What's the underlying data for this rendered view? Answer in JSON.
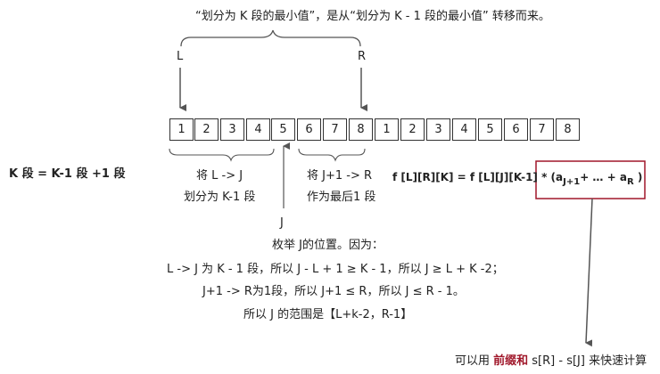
{
  "header": {
    "line": "“划分为 K 段的最小值”，是从“划分为 K - 1 段的最小值” 转移而来。"
  },
  "markers": {
    "L": "L",
    "R": "R",
    "J": "J"
  },
  "cells": [
    "1",
    "2",
    "3",
    "4",
    "5",
    "6",
    "7",
    "8",
    "1",
    "2",
    "3",
    "4",
    "5",
    "6",
    "7",
    "8"
  ],
  "left_label": "K 段 = K-1 段 +1 段",
  "group_left": {
    "line1": "将 L -> J",
    "line2": "划分为 K-1 段"
  },
  "group_right": {
    "line1": "将 J+1 -> R",
    "line2": "作为最后1 段"
  },
  "formula": {
    "prefix": "f [L][R][K] = f [L][J][K-1] * (a",
    "sub1": "J+1",
    "middle": "+ … + a",
    "sub2": "R",
    "suffix": " )"
  },
  "explain": {
    "line1": "枚举 J的位置。因为：",
    "line2": "L -> J 为 K - 1 段，所以 J - L + 1 ≥ K - 1，所以 J ≥ L + K -2；",
    "line3": "J+1 -> R为1段，所以 J+1 ≤ R，所以 J ≤ R - 1。",
    "line4": "所以 J 的范围是【L+k-2，R-1】"
  },
  "footer": {
    "prefix": "可以用 ",
    "highlight": "前缀和",
    "suffix": " s[R] - s[J] 来快速计算"
  },
  "colors": {
    "line": "#555555",
    "highlight": "#a0172a",
    "box": "#a0172a"
  }
}
